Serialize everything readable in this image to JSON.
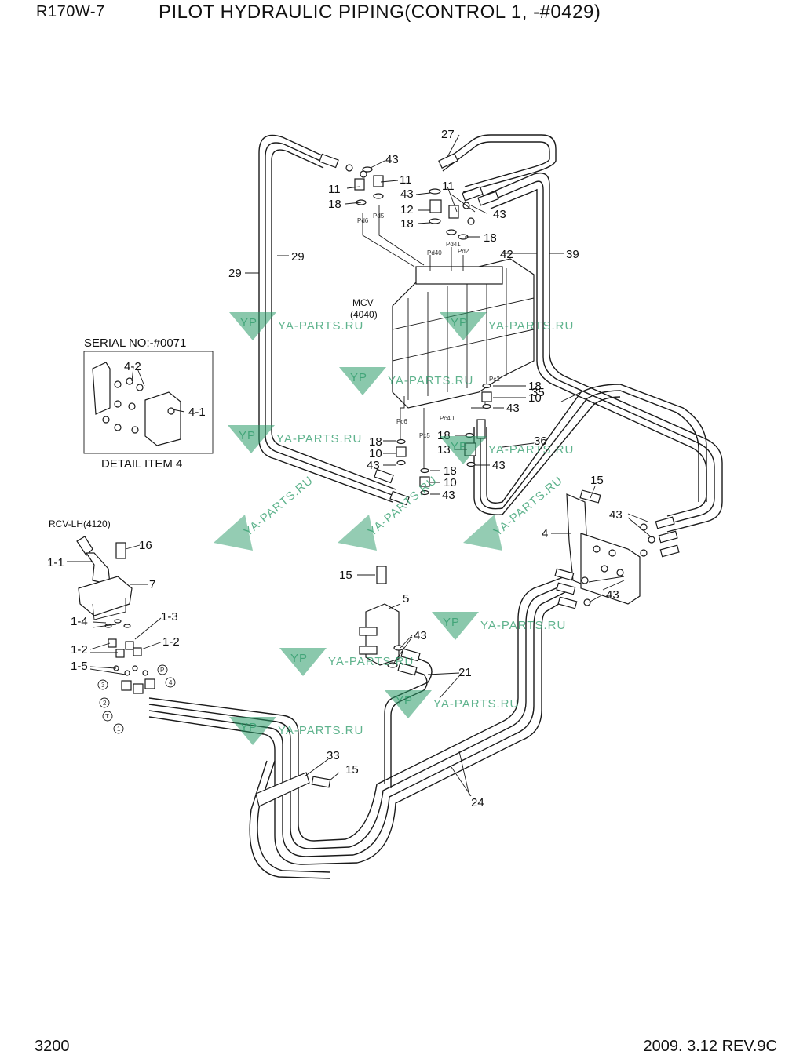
{
  "header": {
    "model": "R170W-7",
    "title": "PILOT HYDRAULIC PIPING(CONTROL 1, -#0429)"
  },
  "footer": {
    "page": "3200",
    "revision": "2009. 3.12  REV.9C"
  },
  "detail": {
    "serial": "SERIAL NO:-#0071",
    "caption": "DETAIL ITEM 4"
  },
  "components": {
    "mcv": "MCV",
    "mcv_no": "(4040)",
    "rcv": "RCV-LH(4120)"
  },
  "ports": {
    "pd6": "Pd6",
    "pd5": "Pd5",
    "pd40": "Pd40",
    "pd41": "Pd41",
    "pd2": "Pd2",
    "pc2": "Pc2",
    "pc6": "Pc6",
    "pc5": "Pc5",
    "pc40": "Pc40",
    "p": "P",
    "t": "T",
    "one": "1",
    "two": "2",
    "three": "3",
    "four": "4"
  },
  "labels": {
    "l27": "27",
    "l43a": "43",
    "l11a": "11",
    "l11b": "11",
    "l11c": "11",
    "l43b": "43",
    "l18a": "18",
    "l12": "12",
    "l18b": "18",
    "l43c": "43",
    "l18c": "18",
    "l29a": "29",
    "l29b": "29",
    "l42": "42",
    "l39": "39",
    "l18d": "18",
    "l10a": "10",
    "l43d": "43",
    "l35": "35",
    "l18e": "18",
    "l10b": "10",
    "l43e": "43",
    "l18f": "18",
    "l13": "13",
    "l36": "36",
    "l43f": "43",
    "l18g": "18",
    "l10c": "10",
    "l43g": "43",
    "l42b": "4-2",
    "l41": "4-1",
    "l15a": "15",
    "l43h": "43",
    "l4": "4",
    "l43i": "43",
    "l16": "16",
    "l11r": "1-1",
    "l7": "7",
    "l15b": "15",
    "l5": "5",
    "l14": "1-4",
    "l13r": "1-3",
    "l12r": "1-2",
    "l12l": "1-2",
    "l15r": "1-5",
    "l43j": "43",
    "l21": "21",
    "l33": "33",
    "l15c": "15",
    "l24": "24"
  },
  "watermark": {
    "text": "YA-PARTS.RU",
    "logo": "YP",
    "color": "#2a9a68"
  }
}
